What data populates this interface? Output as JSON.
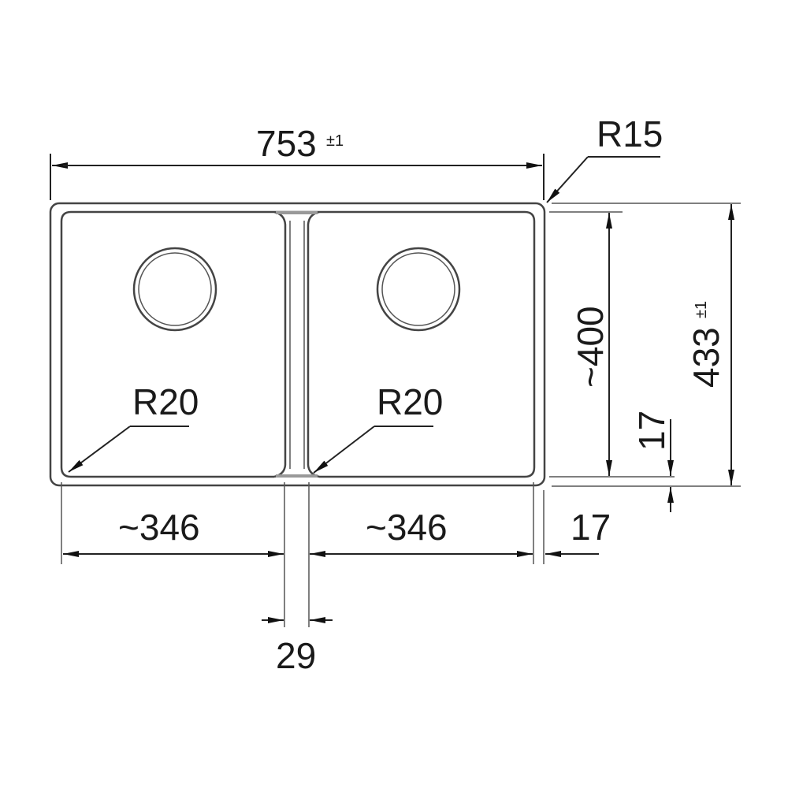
{
  "dimensions": {
    "overall_width": {
      "value": "753",
      "tolerance": "±1"
    },
    "corner_radius_outer": "R15",
    "bowl_corner_radius_left": "R20",
    "bowl_corner_radius_right": "R20",
    "bowl_height": "~400",
    "overall_depth": {
      "value": "433",
      "tolerance": "±1"
    },
    "rim_bottom": "17",
    "bowl_width_left": "~346",
    "bowl_width_right": "~346",
    "rim_side": "17",
    "divider_width": "29"
  },
  "colors": {
    "line": "#222222",
    "background": "#ffffff"
  }
}
